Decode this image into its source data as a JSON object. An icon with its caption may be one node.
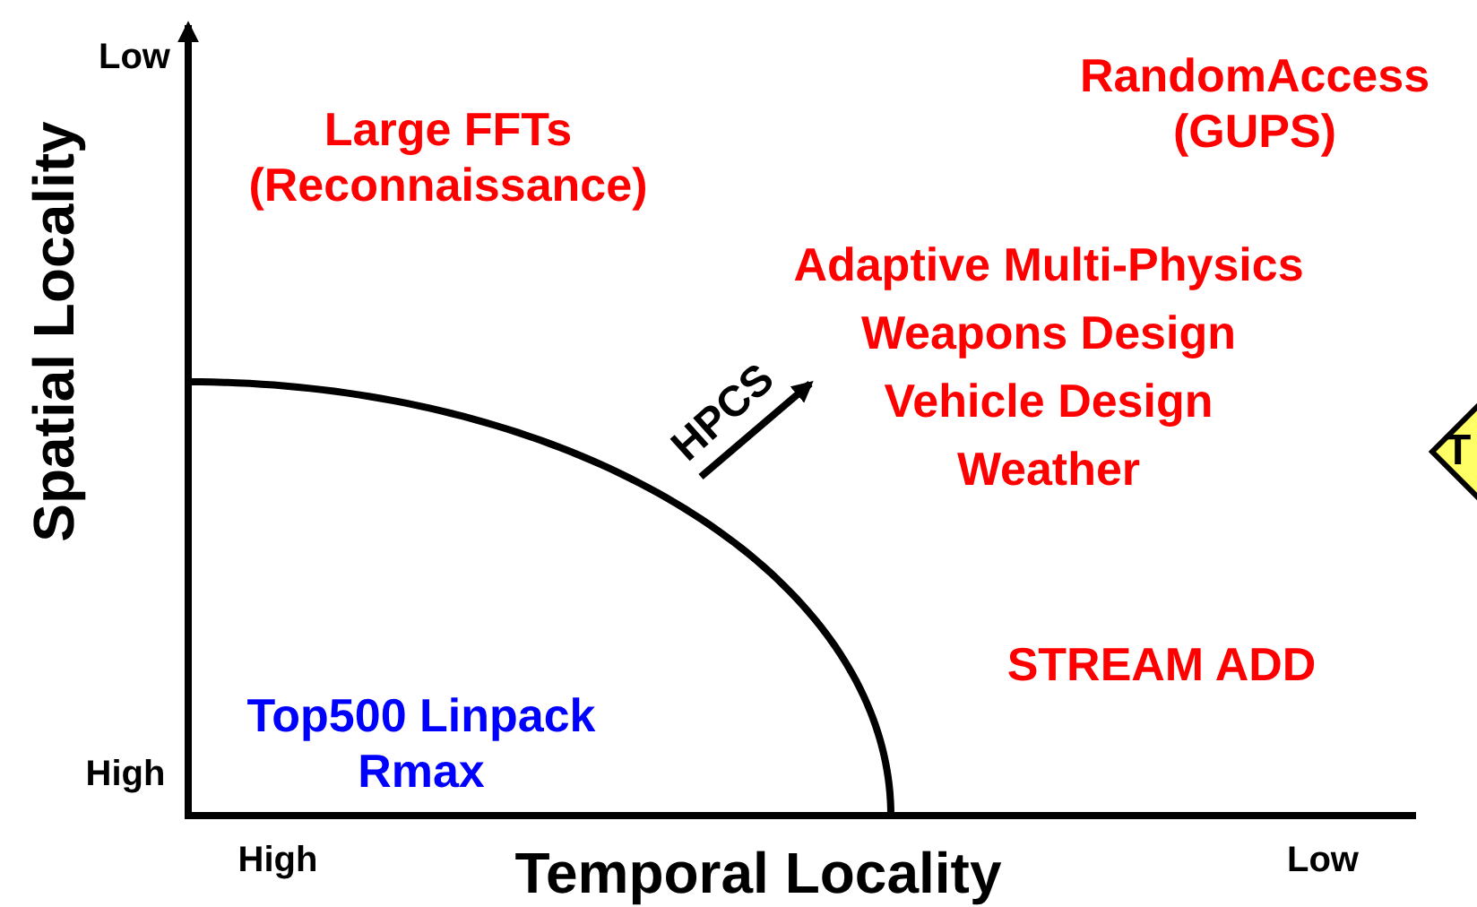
{
  "diagram": {
    "nodes": [
      {
        "text": [
          "T"
        ]
      }
    ],
    "labels": [
      "Low",
      "Large FFTs (Reconnaissance)",
      "RandomAccess (GUPS)",
      "Adaptive Multi-Physics",
      "Weapons Design",
      "Vehicle Design",
      "Weather",
      "HPCS",
      "Spatial Locality",
      "STREAM ADD",
      "Top500 Linpack Rmax",
      "High",
      "High",
      "Temporal Locality",
      "Low"
    ]
  }
}
